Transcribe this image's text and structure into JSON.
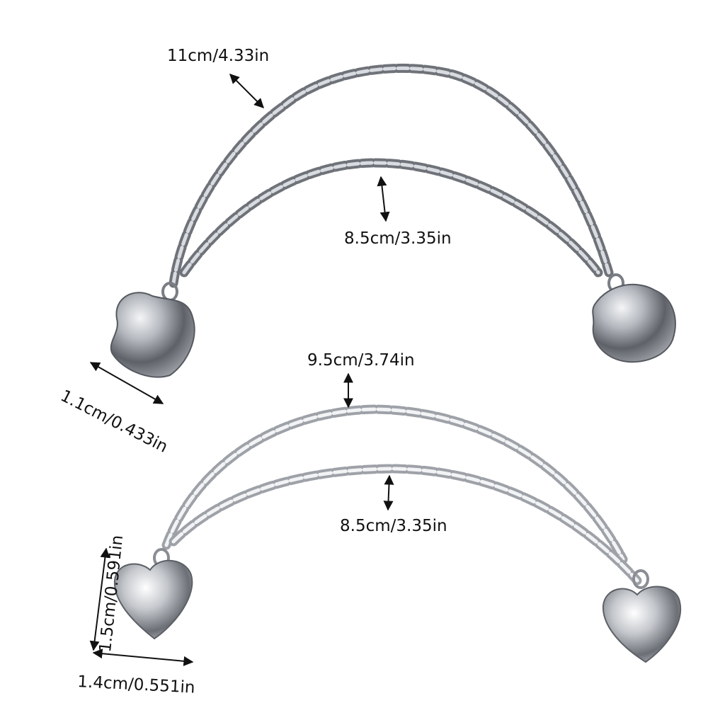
{
  "labels": {
    "top_outer_chain": "11cm/4.33in",
    "top_inner_chain": "8.5cm/3.35in",
    "square_pendant_width": "1.1cm/0.433in",
    "bottom_outer_chain": "9.5cm/3.74in",
    "bottom_inner_chain": "8.5cm/3.35in",
    "heart_pendant_height": "1.5cm/0.591in",
    "heart_pendant_width": "1.4cm/0.551in"
  },
  "colors": {
    "background": "#ffffff",
    "chain_dark": "#6f7379",
    "chain_light": "#d8dbe0",
    "chain_bottom": "#b9bcc2",
    "text": "#111111"
  }
}
